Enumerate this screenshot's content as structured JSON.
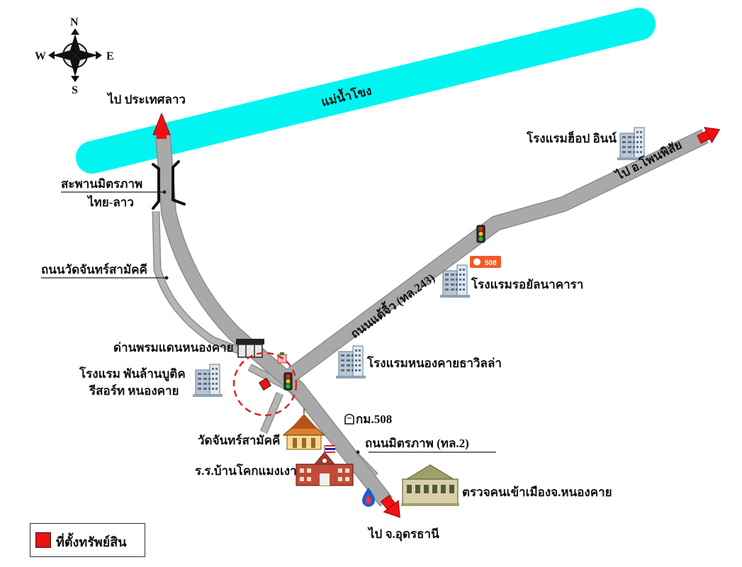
{
  "compass": {
    "north": "N",
    "south": "S",
    "east": "E",
    "west": "W"
  },
  "colors": {
    "river": "#00f5f0",
    "road": "#a9a9a9",
    "road_edge": "#8c8c8c",
    "arrow": "#ee1111",
    "property": "#ee1111",
    "circle": "#dd2222"
  },
  "labels": {
    "river": "แม่น้ำโขง",
    "to_laos": "ไป ประเทศลาว",
    "bridge_line1": "สะพานมิตรภาพ",
    "bridge_line2": "ไทย-ลาว",
    "wat_road": "ถนนวัดจันทร์สามัคคี",
    "hotel_hop_inn": "โรงแรมฮ็อป อินน์",
    "to_phon_phisai": "ไป อ.โพนพิสัย",
    "road_243": "ถนนแต้จิ้ว (ทล.243)",
    "hotel_royal": "โรงแรมรอยัลนาคารา",
    "customs": "ด่านพรมแดนหนองคาย",
    "hotel_villa": "โรงแรมหนองคายธาวิลล่า",
    "hotel_phan_lan_line1": "โรงแรม พันล้านบูติค",
    "hotel_phan_lan_line2": "รีสอร์ท หนองคาย",
    "km_marker": "กม.508",
    "wat": "วัดจันทร์สามัคคี",
    "road_2": "ถนนมิตรภาพ (ทล.2)",
    "school": "ร.ร.บ้านโคกแมงเงา",
    "immigration": "ตรวจคนเข้าเมืองจ.หนองคาย",
    "to_udon": "ไป จ.อุดรธานี",
    "store_logo": "508"
  },
  "icons": {
    "compass": "compass-rose-icon",
    "hotel": "hotel-building-icon",
    "traffic_light": "traffic-light-icon",
    "customs": "customs-gate-icon",
    "temple": "temple-icon",
    "school": "school-building-icon",
    "immigration": "government-building-icon",
    "gas_station": "gas-station-icon",
    "flag": "thai-flag-icon",
    "km_post": "km-post-icon",
    "store": "convenience-store-icon"
  },
  "legend": {
    "property_label": "ที่ตั้งทรัพย์สิน"
  }
}
